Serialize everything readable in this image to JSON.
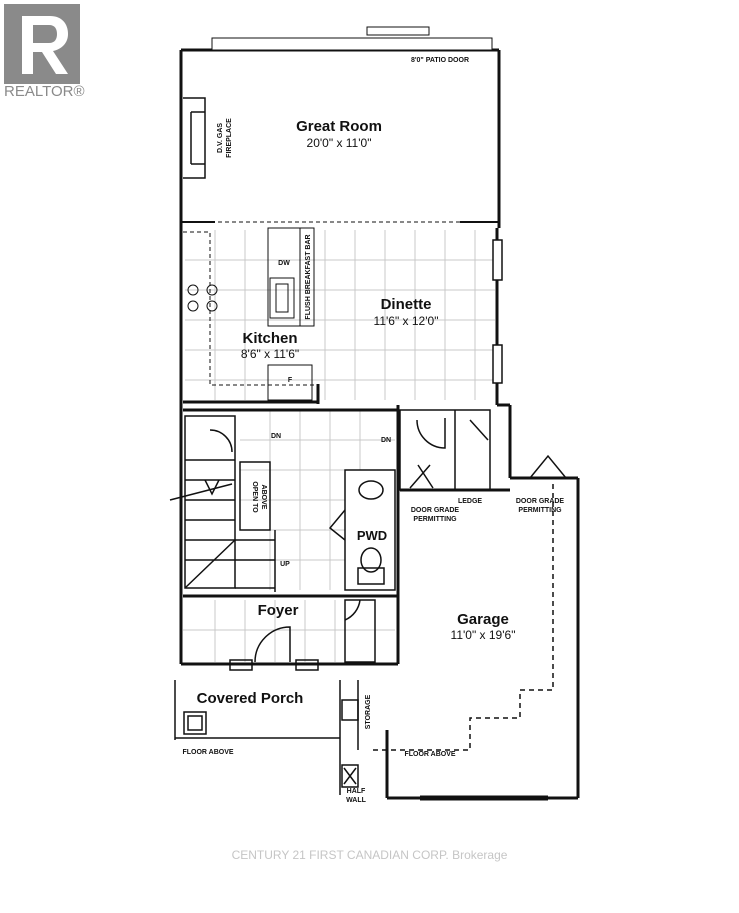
{
  "branding": {
    "logo_text": "REALTOR®",
    "watermark": "CENTURY 21 FIRST CANADIAN CORP. Brokerage",
    "logo_color": "#8a8a8a"
  },
  "rooms": {
    "great_room": {
      "name": "Great Room",
      "dims": "20'0\" x 11'0\""
    },
    "dinette": {
      "name": "Dinette",
      "dims": "11'6\" x 12'0\""
    },
    "kitchen": {
      "name": "Kitchen",
      "dims": "8'6\" x 11'6\""
    },
    "garage": {
      "name": "Garage",
      "dims": "11'0\" x 19'6\""
    },
    "foyer": {
      "name": "Foyer"
    },
    "pwd": {
      "name": "PWD"
    },
    "covered_porch": {
      "name": "Covered Porch"
    }
  },
  "labels": {
    "patio_door": "8'0\" PATIO DOOR",
    "fireplace_line1": "D.V. GAS",
    "fireplace_line2": "FIREPLACE",
    "dw": "DW",
    "flush_bar": "FLUSH BREAKFAST BAR",
    "fridge": "F",
    "dn_stairs": "DN",
    "dn_closet": "DN",
    "open_above_1": "OPEN TO",
    "open_above_2": "ABOVE",
    "up": "UP",
    "ledge": "LEDGE",
    "door_grade_1a": "DOOR GRADE",
    "door_grade_1b": "PERMITTING",
    "door_grade_2a": "DOOR GRADE",
    "door_grade_2b": "PERMITTING",
    "storage": "STORAGE",
    "floor_above_porch": "FLOOR ABOVE",
    "floor_above_garage": "FLOOR ABOVE",
    "half_wall_1": "HALF",
    "half_wall_2": "WALL"
  }
}
